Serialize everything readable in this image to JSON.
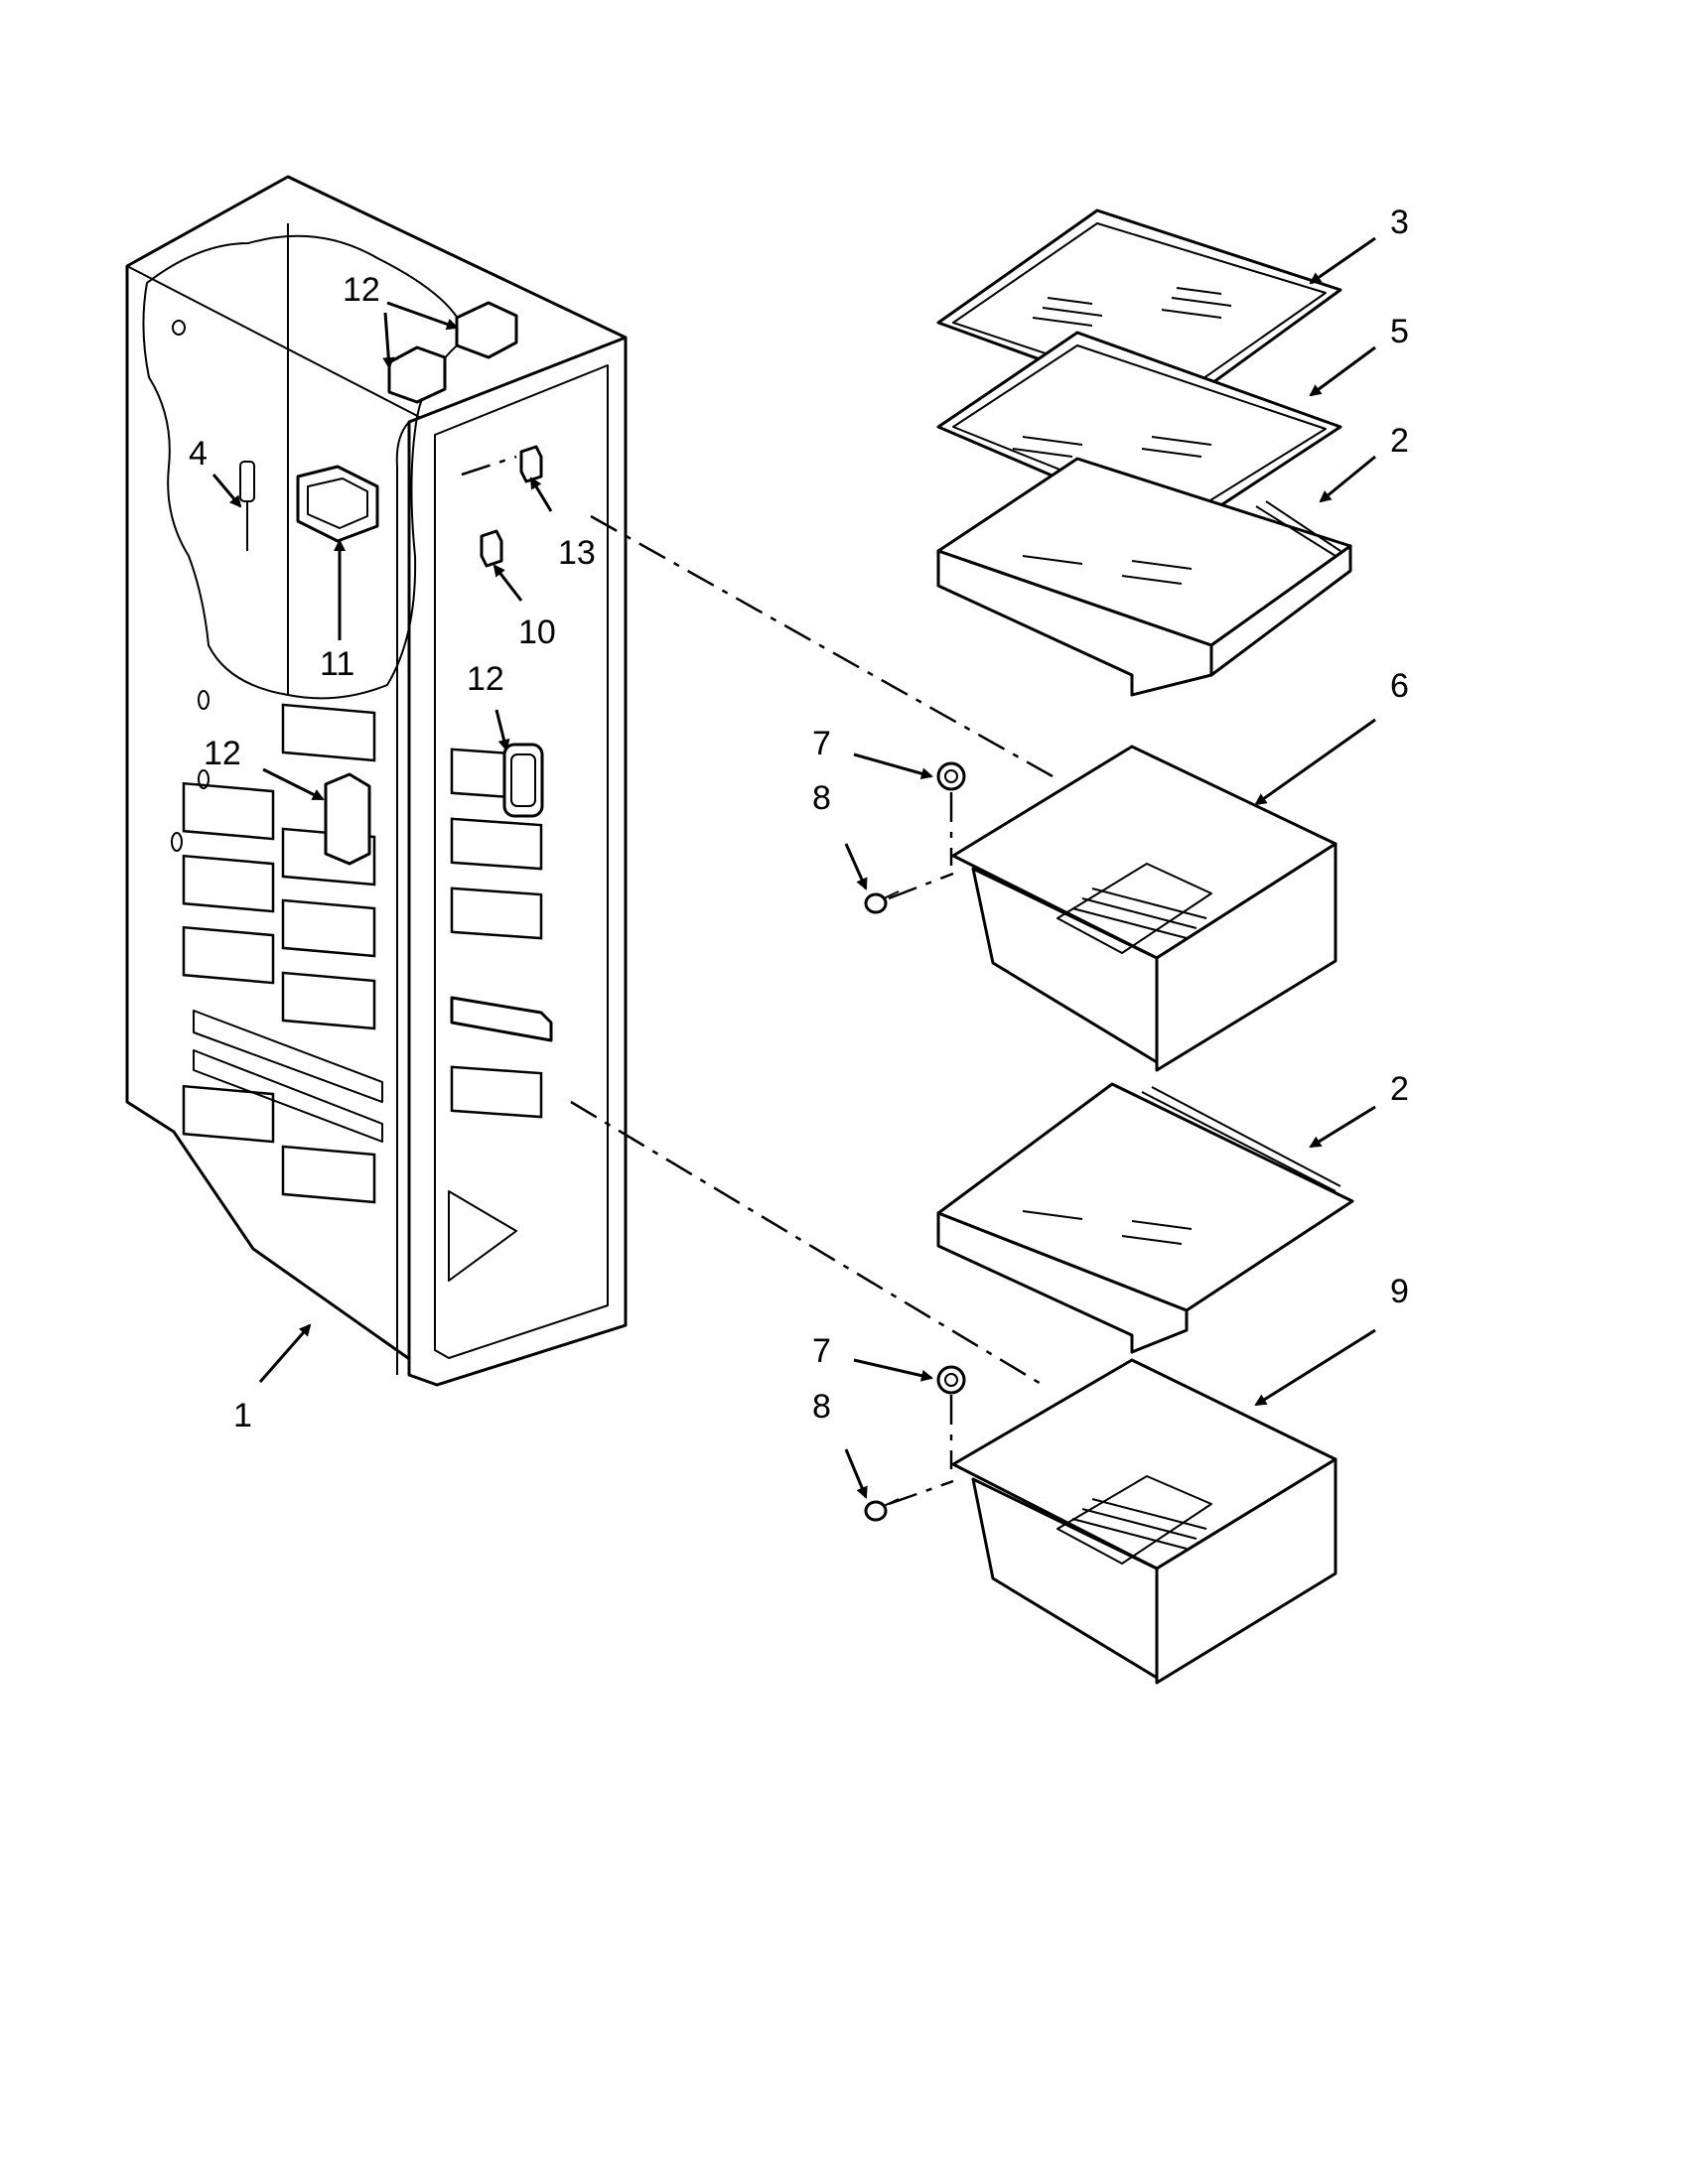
{
  "diagram": {
    "callouts": [
      {
        "id": "c1",
        "label": "1"
      },
      {
        "id": "c2a",
        "label": "2"
      },
      {
        "id": "c2b",
        "label": "2"
      },
      {
        "id": "c3",
        "label": "3"
      },
      {
        "id": "c4",
        "label": "4"
      },
      {
        "id": "c5",
        "label": "5"
      },
      {
        "id": "c6",
        "label": "6"
      },
      {
        "id": "c7a",
        "label": "7"
      },
      {
        "id": "c7b",
        "label": "7"
      },
      {
        "id": "c8a",
        "label": "8"
      },
      {
        "id": "c8b",
        "label": "8"
      },
      {
        "id": "c9",
        "label": "9"
      },
      {
        "id": "c10",
        "label": "10"
      },
      {
        "id": "c11",
        "label": "11"
      },
      {
        "id": "c12a",
        "label": "12"
      },
      {
        "id": "c12b",
        "label": "12"
      },
      {
        "id": "c12c",
        "label": "12"
      },
      {
        "id": "c13",
        "label": "13"
      }
    ]
  }
}
